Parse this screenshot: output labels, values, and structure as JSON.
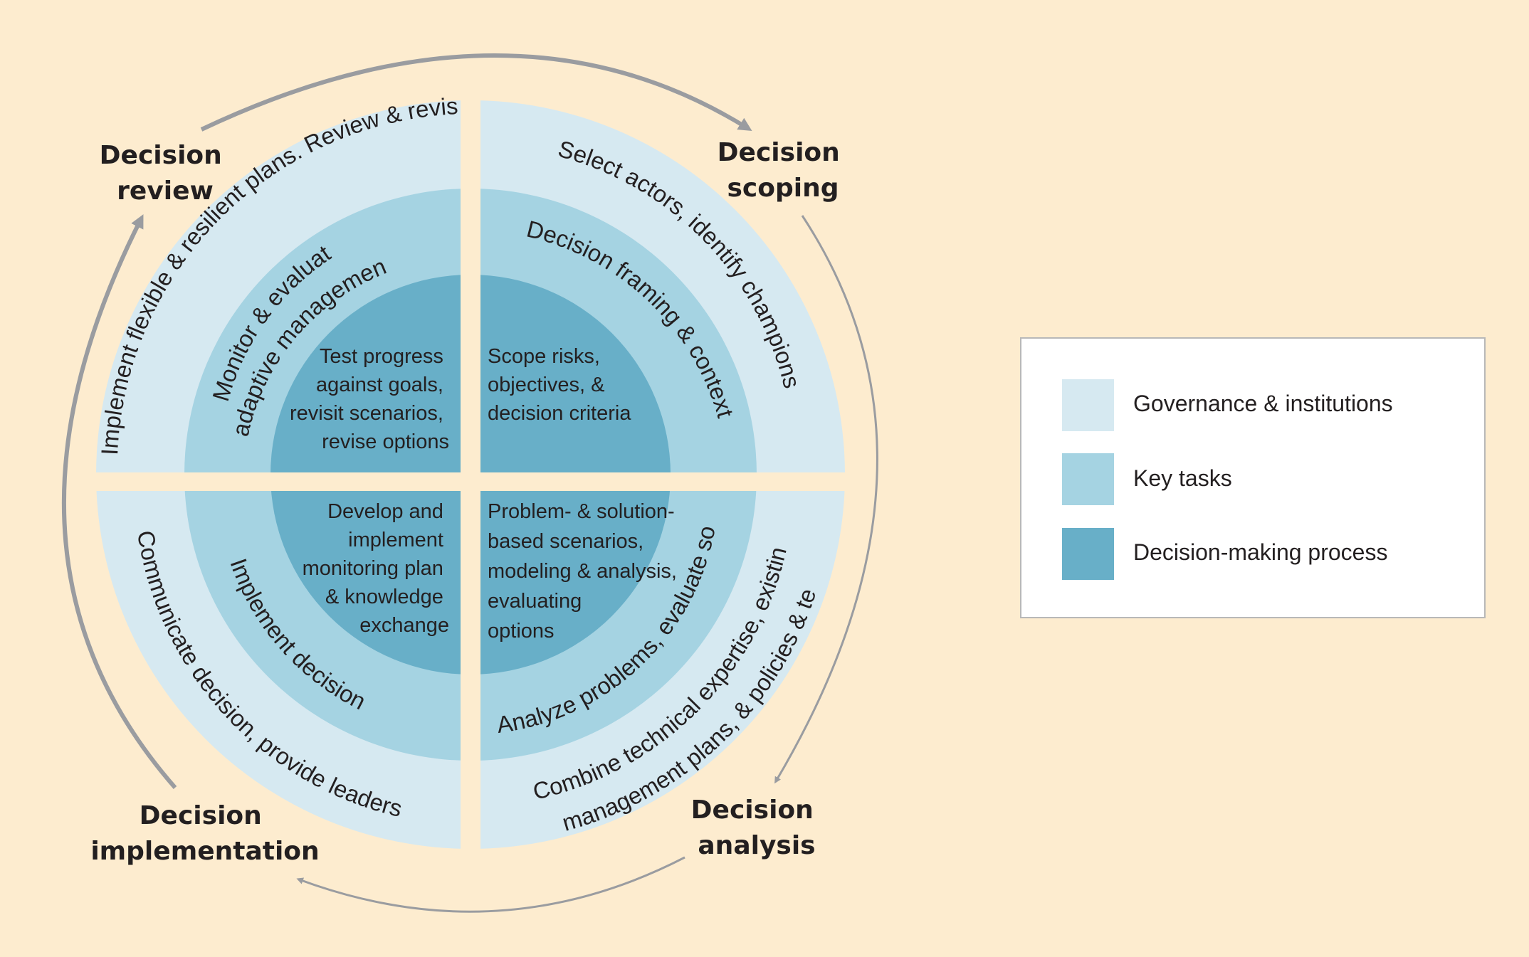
{
  "colors": {
    "background": "#fdeccf",
    "governance": "#d6e9f1",
    "key_tasks": "#a5d3e2",
    "decision_process": "#68afc8",
    "arrow": "#9a9ca0"
  },
  "phases": {
    "review": [
      "Decision",
      "review"
    ],
    "scoping": [
      "Decision",
      "scoping"
    ],
    "analysis": [
      "Decision",
      "analysis"
    ],
    "implementation": [
      "Decision",
      "implementation"
    ]
  },
  "outer_ring": {
    "review": "Implement flexible & resilient plans. Review & revise",
    "scoping": "Select actors, identify champions",
    "analysis_line1": "Combine technical expertise, existing",
    "analysis_line2": "management plans, & policies & test",
    "implementation": "Communicate decision, provide leadership"
  },
  "middle_ring": {
    "review_line1": "Monitor & evaluate,",
    "review_line2": "adaptive management",
    "scoping": "Decision framing & context",
    "analysis": "Analyze problems, evaluate solutions",
    "implementation": "Implement decisions"
  },
  "inner_core": {
    "review": [
      "Test progress",
      "against goals,",
      "revisit scenarios,",
      "revise options"
    ],
    "scoping": [
      "Scope risks,",
      "objectives, &",
      "decision criteria"
    ],
    "analysis": [
      "Problem- & solution-",
      "based scenarios,",
      "modeling & analysis,",
      "evaluating",
      "options"
    ],
    "implementation": [
      "Develop and",
      "implement",
      "monitoring plan",
      "& knowledge",
      "exchange"
    ]
  },
  "legend": [
    {
      "label": "Governance & institutions",
      "color": "#d6e9f1"
    },
    {
      "label": "Key tasks",
      "color": "#a5d3e2"
    },
    {
      "label": "Decision-making process",
      "color": "#68afc8"
    }
  ]
}
